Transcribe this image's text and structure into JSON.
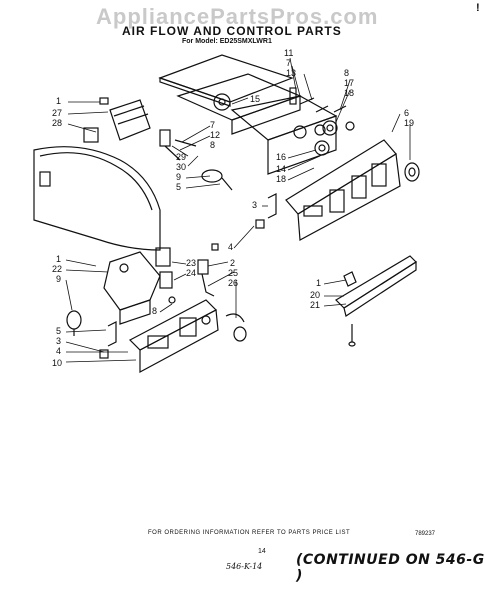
{
  "watermark": "AppliancePartsPros.com",
  "title": "AIR FLOW AND CONTROL PARTS",
  "model": "For Model: ED25SMXLWR1",
  "corner_mark": "!",
  "footer_note": "FOR ORDERING INFORMATION REFER TO PARTS PRICE LIST",
  "doc_number": "789237",
  "page_number": "14",
  "handwritten_ref": "546-K-14",
  "continued_note": "(CONTINUED ON 546-G )",
  "callouts": [
    {
      "id": "c11",
      "text": "11"
    },
    {
      "id": "c7a",
      "text": "7"
    },
    {
      "id": "c13",
      "text": "13"
    },
    {
      "id": "c8a",
      "text": "8"
    },
    {
      "id": "c17",
      "text": "17"
    },
    {
      "id": "c18a",
      "text": "18"
    },
    {
      "id": "c15",
      "text": "15"
    },
    {
      "id": "c1a",
      "text": "1"
    },
    {
      "id": "c27",
      "text": "27"
    },
    {
      "id": "c28",
      "text": "28"
    },
    {
      "id": "c7b",
      "text": "7"
    },
    {
      "id": "c12",
      "text": "12"
    },
    {
      "id": "c8b",
      "text": "8"
    },
    {
      "id": "c29",
      "text": "29"
    },
    {
      "id": "c30",
      "text": "30"
    },
    {
      "id": "c9a",
      "text": "9"
    },
    {
      "id": "c5a",
      "text": "5"
    },
    {
      "id": "c6",
      "text": "6"
    },
    {
      "id": "c19",
      "text": "19"
    },
    {
      "id": "c16",
      "text": "16"
    },
    {
      "id": "c14",
      "text": "14"
    },
    {
      "id": "c18b",
      "text": "18"
    },
    {
      "id": "c3a",
      "text": "3"
    },
    {
      "id": "c4a",
      "text": "4"
    },
    {
      "id": "c1b",
      "text": "1"
    },
    {
      "id": "c22",
      "text": "22"
    },
    {
      "id": "c9b",
      "text": "9"
    },
    {
      "id": "c23",
      "text": "23"
    },
    {
      "id": "c24",
      "text": "24"
    },
    {
      "id": "c2",
      "text": "2"
    },
    {
      "id": "c25",
      "text": "25"
    },
    {
      "id": "c26",
      "text": "26"
    },
    {
      "id": "c8c",
      "text": "8"
    },
    {
      "id": "c5b",
      "text": "5"
    },
    {
      "id": "c3b",
      "text": "3"
    },
    {
      "id": "c4b",
      "text": "4"
    },
    {
      "id": "c10",
      "text": "10"
    },
    {
      "id": "c1c",
      "text": "1"
    },
    {
      "id": "c20",
      "text": "20"
    },
    {
      "id": "c21",
      "text": "21"
    }
  ]
}
